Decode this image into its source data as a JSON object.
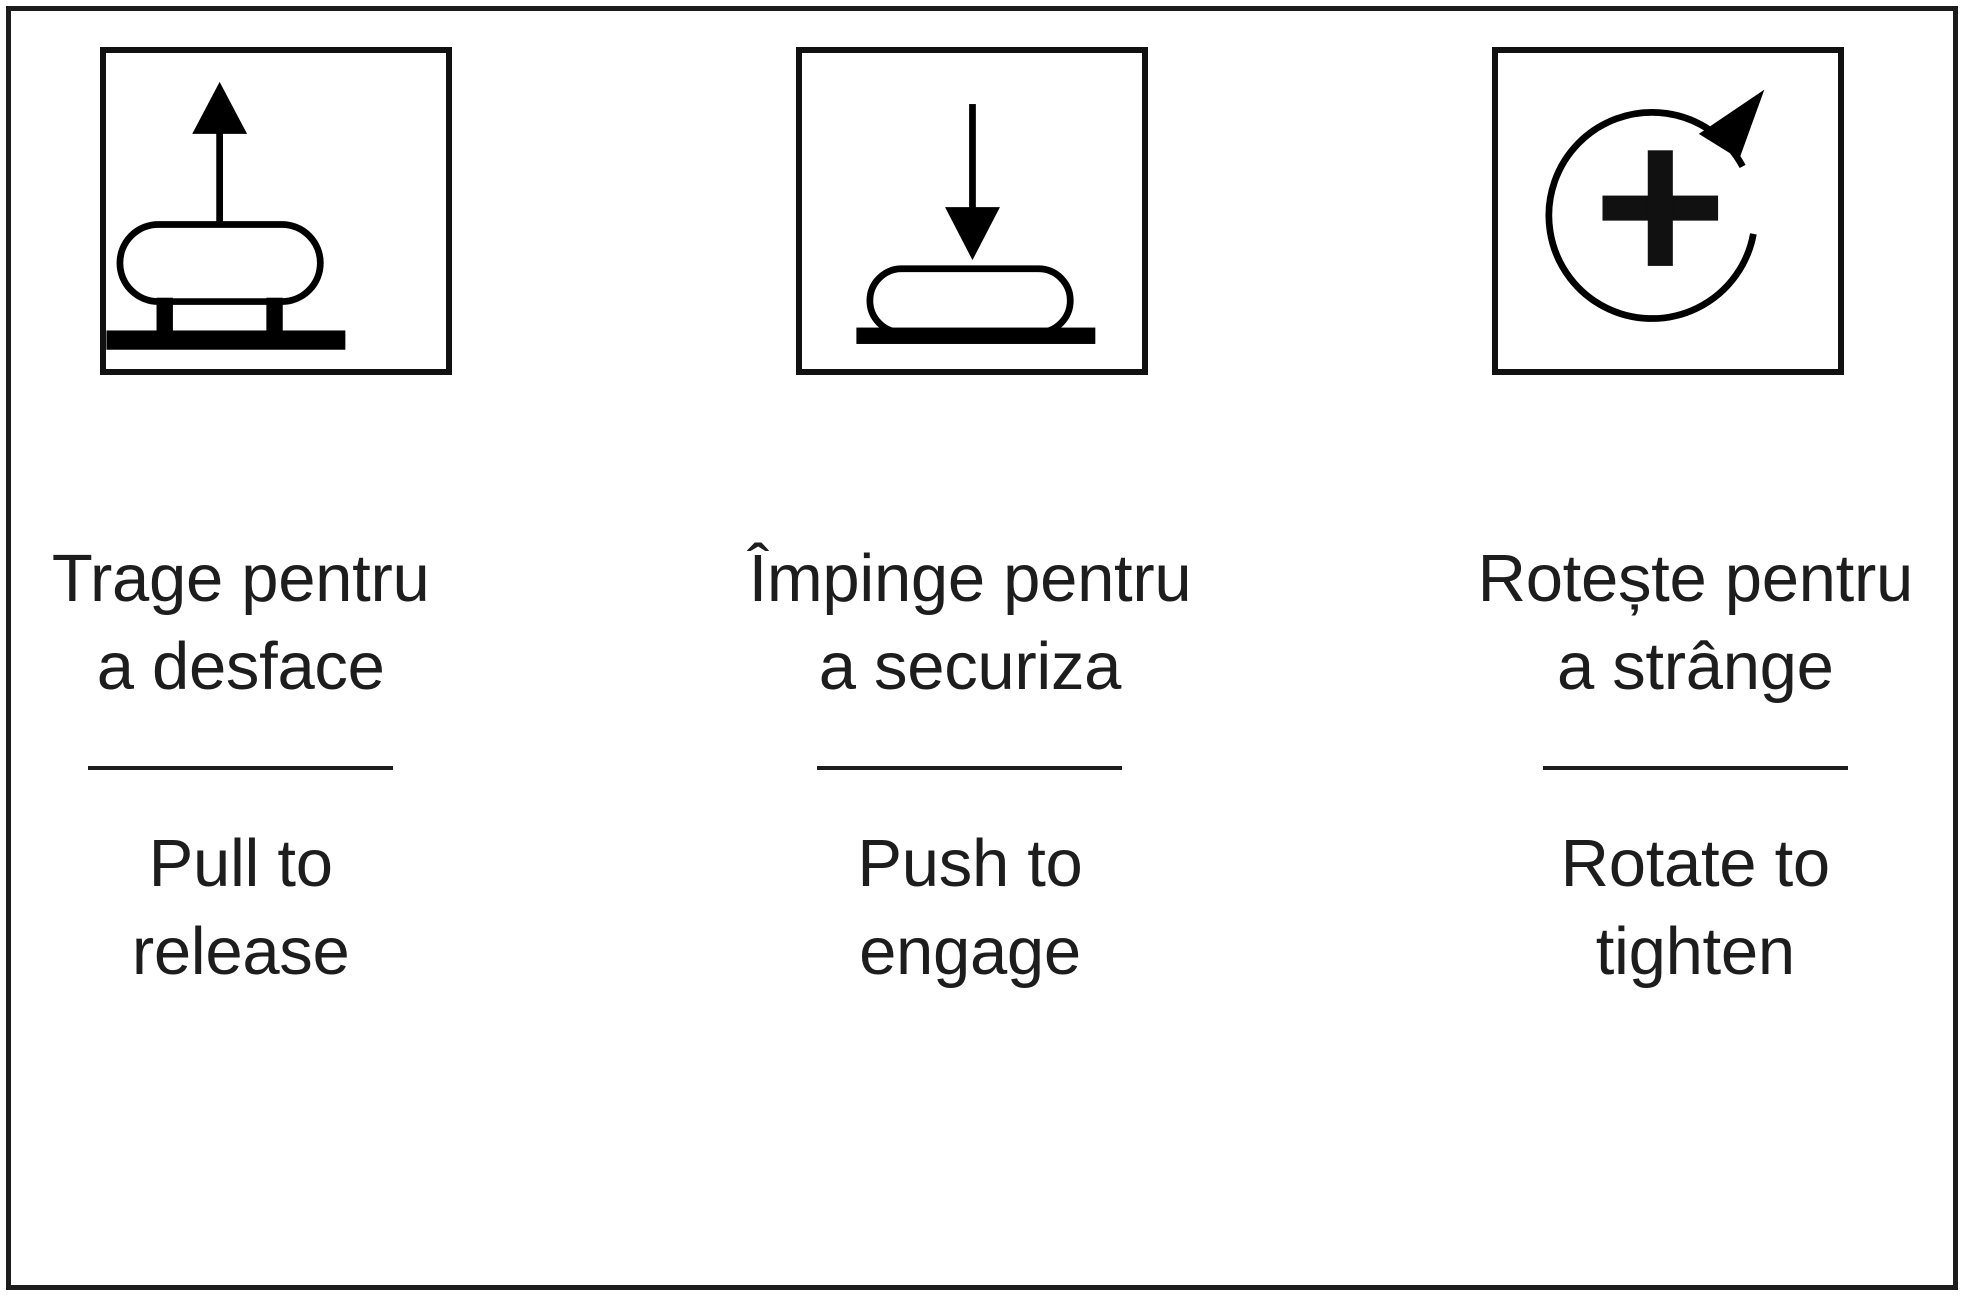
{
  "page": {
    "background_color": "#ffffff",
    "ink_color": "#1d1d1d",
    "border_color": "#1c1c1c"
  },
  "columns": [
    {
      "icon_name": "pull-to-release-icon",
      "icon_description": "square frame containing an upward arrow above a rounded pill button raised on two legs over a thick base bar",
      "romanian": "Trage pentru\na desface",
      "english": "Pull to\nrelease"
    },
    {
      "icon_name": "push-to-engage-icon",
      "icon_description": "square frame containing a downward arrow above a rounded pill button resting flat on a thick base bar",
      "romanian": "Împinge pentru\na securiza",
      "english": "Push to\nengage"
    },
    {
      "icon_name": "rotate-to-tighten-icon",
      "icon_description": "square frame containing a clockwise circular arrow with arrowhead at upper right and a thick plus cross in the centre",
      "romanian": "Rotește pentru\na strânge",
      "english": "Rotate to\ntighten"
    }
  ]
}
